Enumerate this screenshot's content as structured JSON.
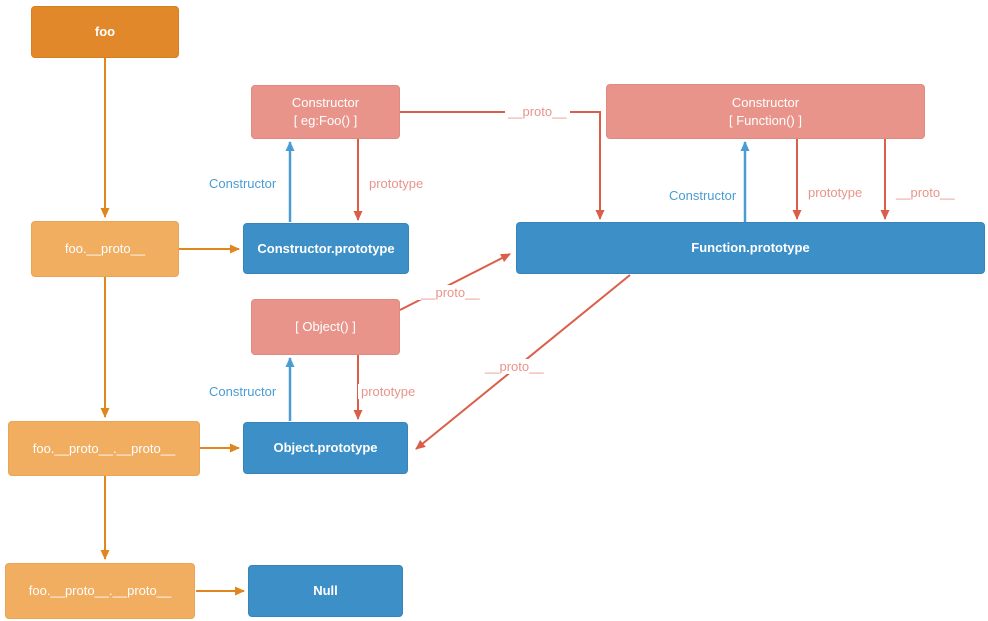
{
  "diagram": {
    "title": "javascript-prototype-chain",
    "colors": {
      "orange_dark": "#E0882A",
      "orange_light": "#F1AE61",
      "salmon": "#E8948A",
      "blue": "#3D8FC7",
      "arrow_orange": "#E0861F",
      "arrow_blue": "#4A9CD3",
      "arrow_red": "#DB5E49"
    },
    "boxes": {
      "foo": "foo",
      "foo_proto": "foo.__proto__",
      "foo_proto2": "foo.__proto__.__proto__",
      "foo_proto3": "foo.__proto__.__proto__",
      "constructor_foo_line1": "Constructor",
      "constructor_foo_line2": "[ eg:Foo() ]",
      "constructor_function_line1": "Constructor",
      "constructor_function_line2": "[ Function() ]",
      "object_constructor": "[ Object() ]",
      "constructor_prototype": "Constructor.prototype",
      "function_prototype": "Function.prototype",
      "object_prototype": "Object.prototype",
      "null_box": "Null"
    },
    "edge_labels": {
      "constructor_left": "Constructor",
      "prototype_left": "prototype",
      "proto_top": "__proto__",
      "constructor_right": "Constructor",
      "prototype_right": "prototype",
      "proto_right": "__proto__",
      "proto_object": "__proto__",
      "constructor_obj": "Constructor",
      "prototype_obj": "prototype",
      "proto_funcproto": "__proto__"
    }
  }
}
